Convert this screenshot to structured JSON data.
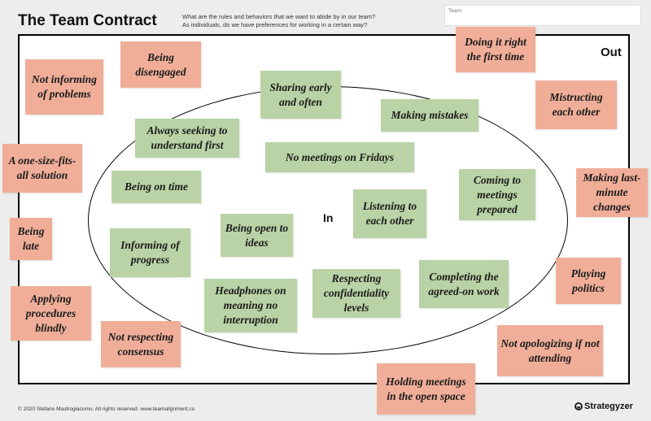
{
  "header": {
    "title": "The Team Contract",
    "subtitle_line1": "What are the rules and behaviors that we want to abide by in our team?",
    "subtitle_line2": "As individuals, do we have preferences for working in a certain way?",
    "team_label": "Team:"
  },
  "labels": {
    "out": "Out",
    "in": "In"
  },
  "in_notes": [
    "Sharing early and often",
    "Making mistakes",
    "Always seeking to understand first",
    "No meetings on Fridays",
    "Being on time",
    "Coming to meetings prepared",
    "Listening to each other",
    "Being open to ideas",
    "Informing of progress",
    "Headphones on meaning no interruption",
    "Respecting confidentiality levels",
    "Completing the agreed-on work"
  ],
  "out_notes": [
    "Being disengaged",
    "Not informing of problems",
    "Doing it right the first time",
    "Mistructing each other",
    "A one-size-fits-all solution",
    "Making last-minute changes",
    "Being late",
    "Playing politics",
    "Applying procedures blindly",
    "Not respecting consensus",
    "Not apologizing if not attending",
    "Holding meetings in the open space"
  ],
  "footer": {
    "copyright": "© 2020 Stefano Mastrogiacomo. All rights reserved. www.teamalignment.co",
    "brand": "Strategyzer"
  },
  "colors": {
    "in_note": "#b9d3a6",
    "out_note": "#f0ae99",
    "background": "#ededed"
  }
}
